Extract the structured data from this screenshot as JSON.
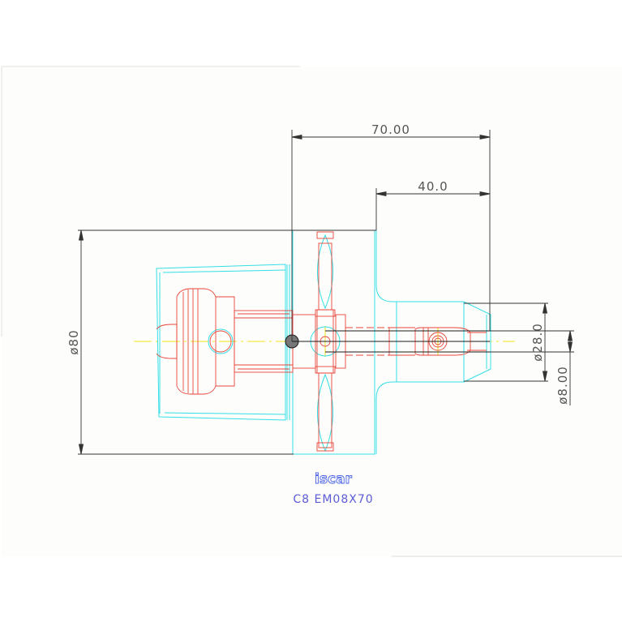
{
  "drawing": {
    "dimensions": {
      "overall_length": "70.00",
      "shank_length": "40.0",
      "body_diameter": "ø80",
      "head_diameter": "ø28.0",
      "bore_diameter": "ø8.00"
    },
    "brand_logo": "iscar",
    "caption": "C8 EM08X70"
  },
  "colors": {
    "dimension": "#333333",
    "outline_cyan": "#33dde6",
    "part_red": "#e8453a",
    "centerline_yellow": "#f2e41e",
    "caption_blue": "#5b5bd6"
  }
}
